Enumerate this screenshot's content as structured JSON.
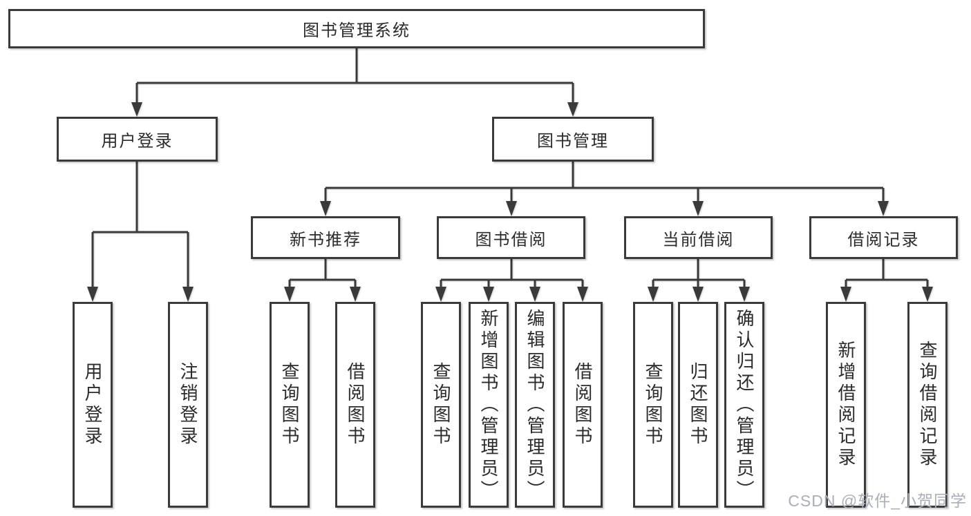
{
  "diagram": {
    "root": "图书管理系统",
    "level2": {
      "user_login": "用户登录",
      "book_management": "图书管理"
    },
    "level3": {
      "new_book_rec": "新书推荐",
      "book_borrow": "图书借阅",
      "current_borrow": "当前借阅",
      "borrow_records": "借阅记录"
    },
    "leaves": {
      "user_login": "用户登录",
      "logout": "注销登录",
      "nbr_query": "查询图书",
      "nbr_borrow": "借阅图书",
      "bb_query": "查询图书",
      "bb_add": "新增图书（管理员）",
      "bb_edit": "编辑图书（管理员）",
      "bb_borrow": "借阅图书",
      "cb_query": "查询图书",
      "cb_return": "归还图书",
      "cb_confirm": "确认归还（管理员）",
      "br_add": "新增借阅记录",
      "br_query": "查询借阅记录"
    }
  },
  "watermark": "CSDN @软件_小贺同学",
  "colors": {
    "line": "#3a3a3a",
    "text": "#2b2b2b",
    "background": "#ffffff",
    "watermark": "#a9aeb8"
  }
}
